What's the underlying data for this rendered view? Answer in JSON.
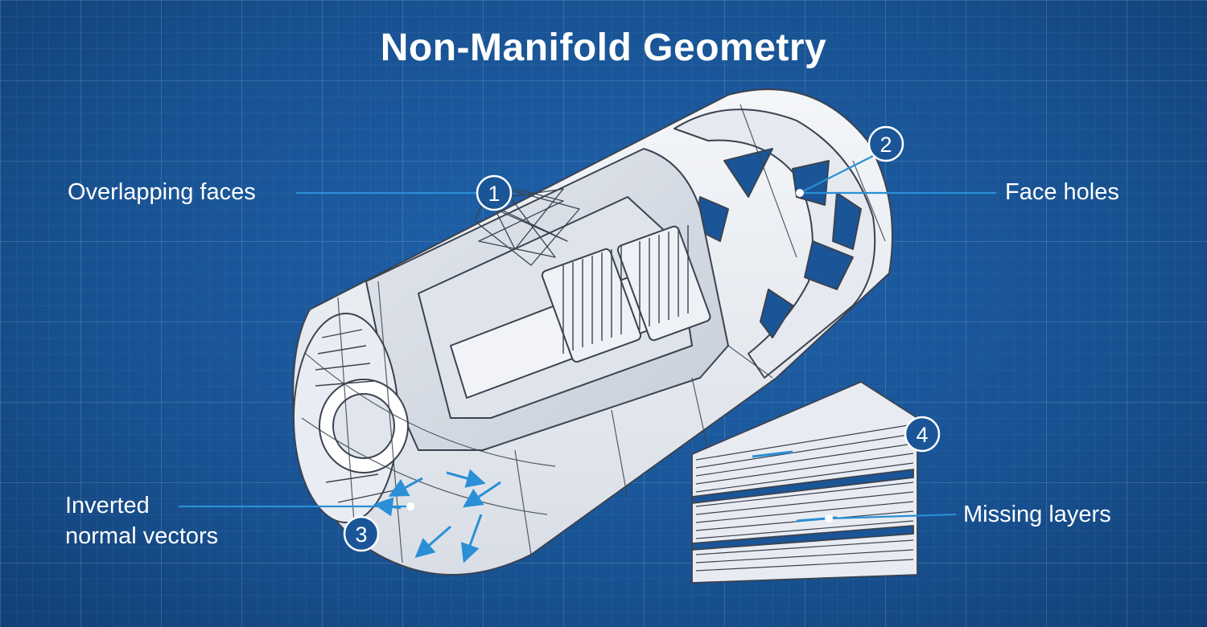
{
  "title": "Non-Manifold Geometry",
  "callouts": [
    {
      "number": "1",
      "label": "Overlapping faces"
    },
    {
      "number": "2",
      "label": "Face holes"
    },
    {
      "number": "3",
      "label_line1": "Inverted",
      "label_line2": "normal vectors"
    },
    {
      "number": "4",
      "label": "Missing layers"
    }
  ],
  "colors": {
    "background": "#1a5597",
    "model": "#eef1f6",
    "outline": "#3b4350",
    "accent": "#2a8fd6"
  }
}
